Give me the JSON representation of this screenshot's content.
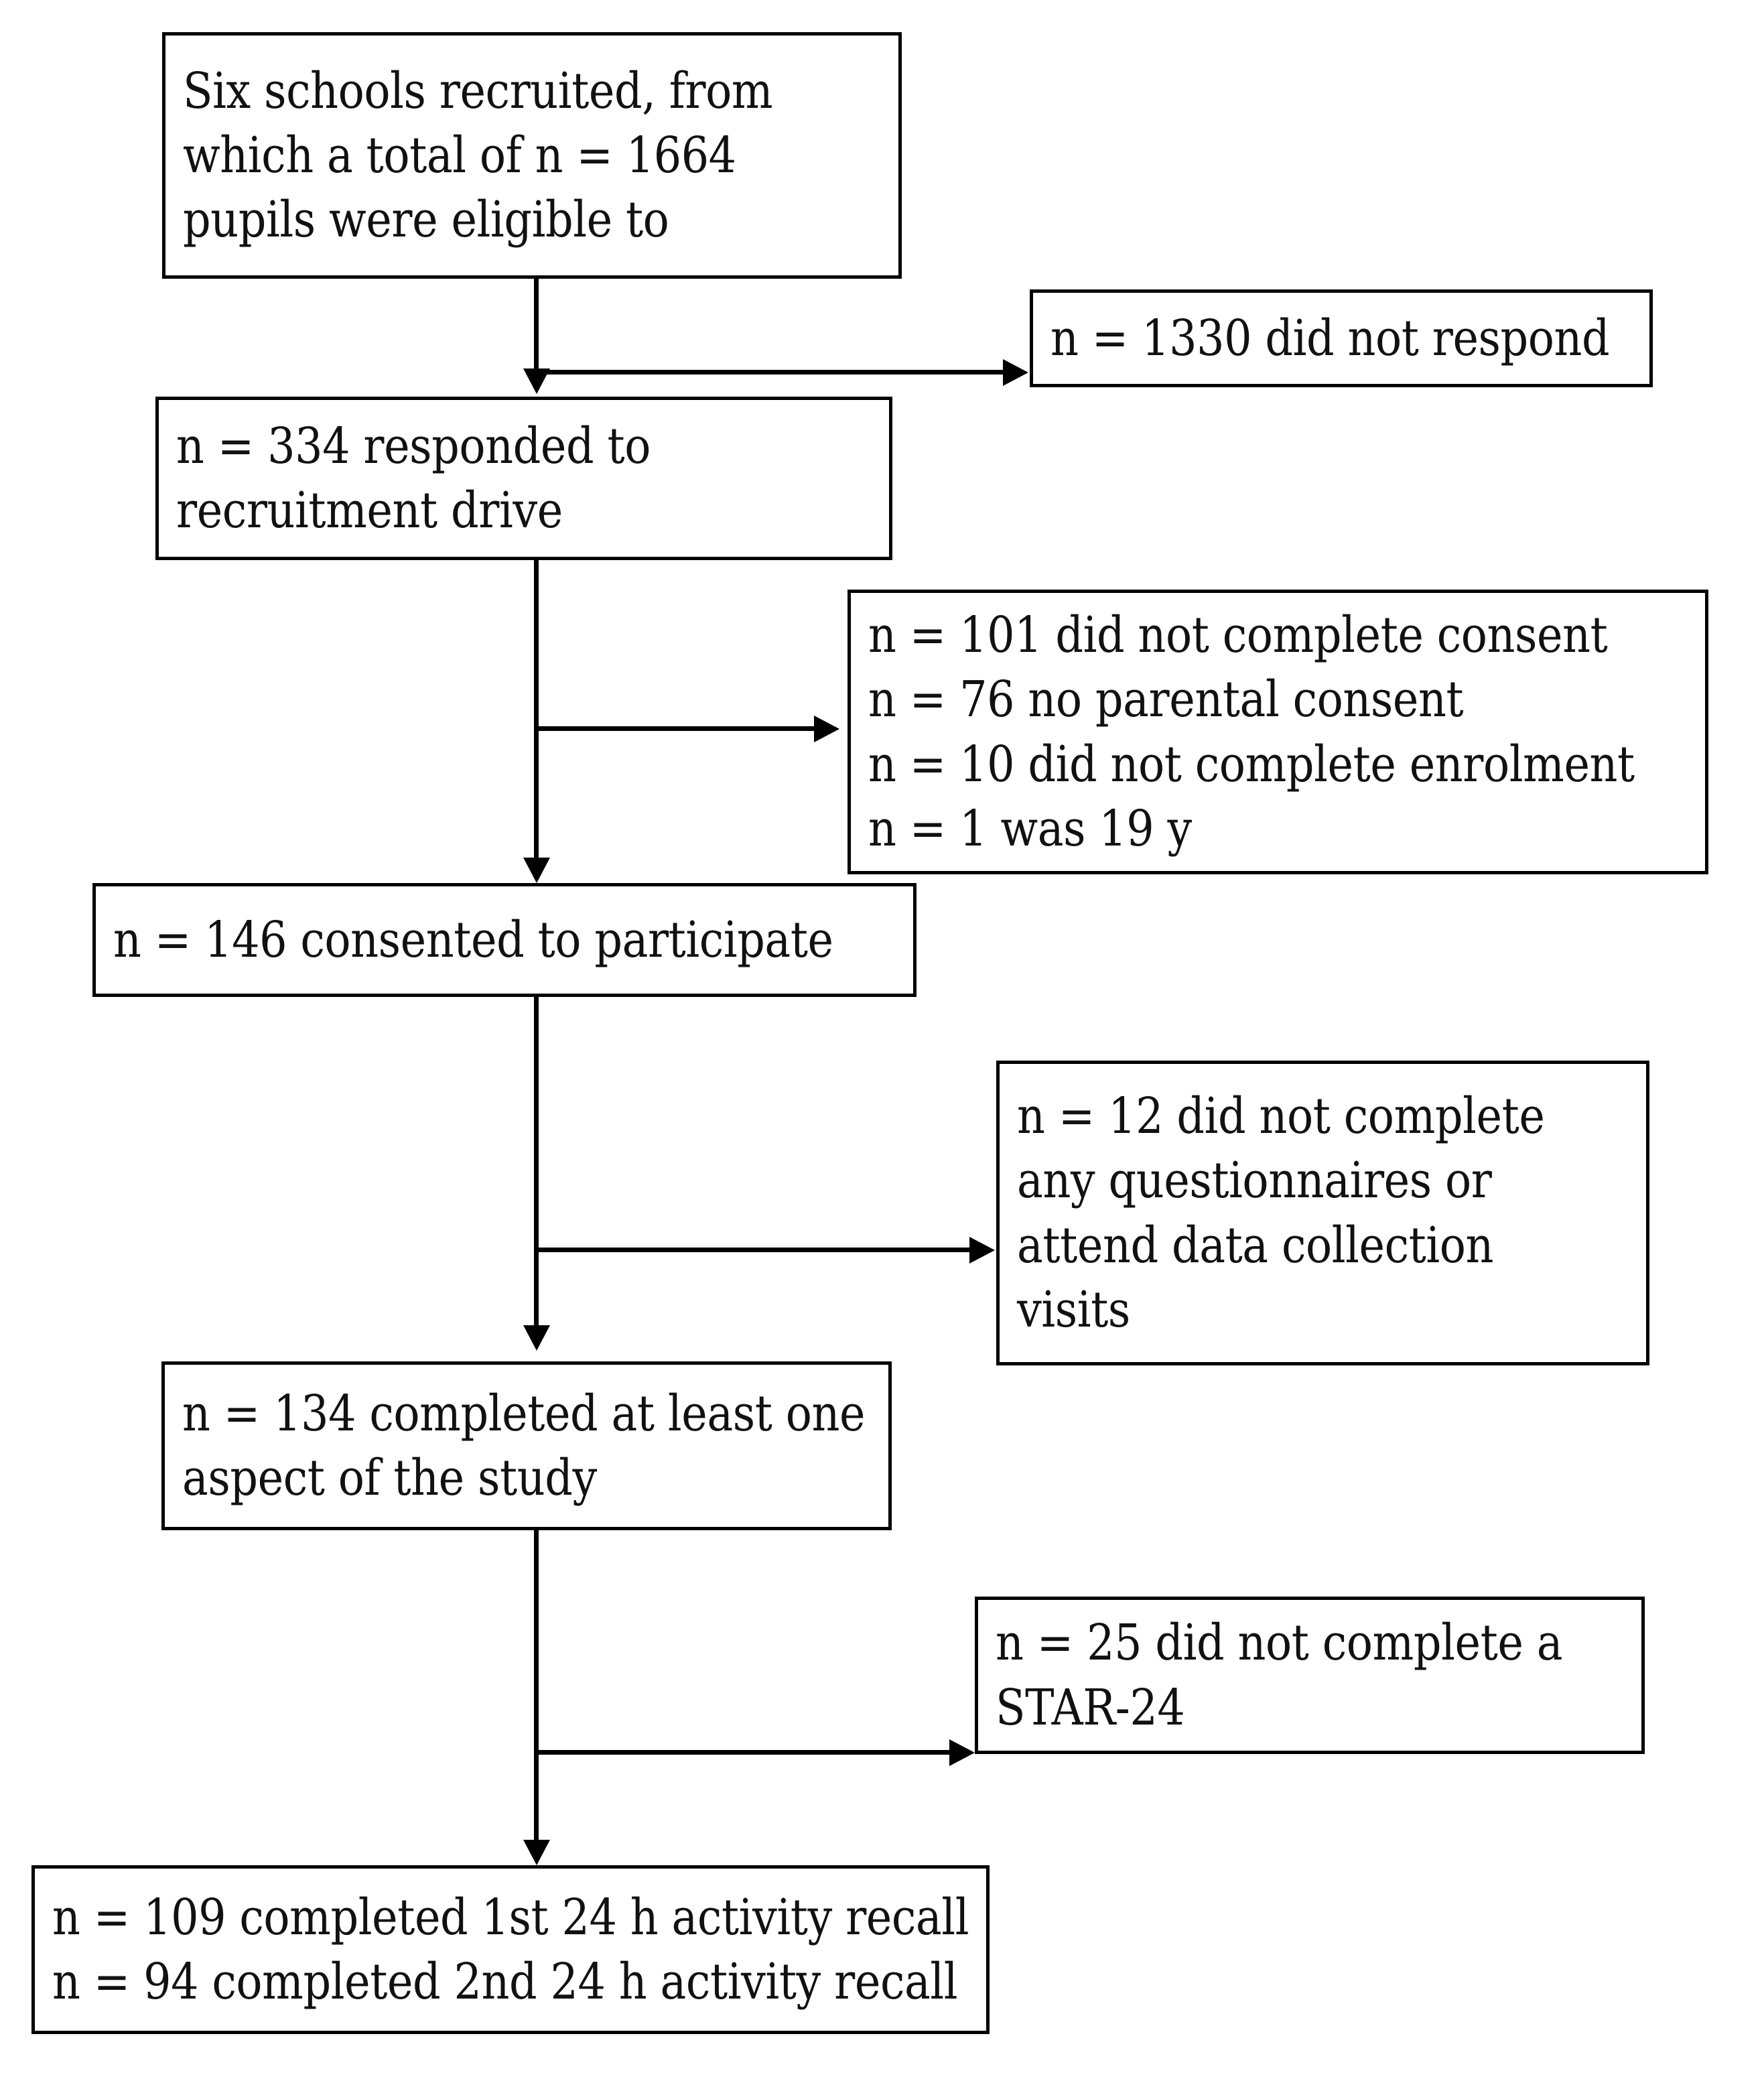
{
  "figure": {
    "type": "flowchart",
    "orientation": "top-to-bottom participant flow diagram",
    "line_color": "#000000",
    "box_fill": "#ffffff"
  },
  "nodes": {
    "recruited": {
      "lines": [
        "Six schools recruited, from",
        "which a total of n = 1664",
        "pupils were eligible to"
      ]
    },
    "not_respond": {
      "lines": [
        "n = 1330 did not respond"
      ]
    },
    "responded": {
      "lines": [
        "n = 334 responded to",
        "recruitment drive"
      ]
    },
    "consent_exclusions": {
      "lines": [
        "n = 101 did not complete consent",
        "n = 76 no parental consent",
        "n = 10 did not complete enrolment",
        "n = 1 was 19 y"
      ]
    },
    "consented": {
      "lines": [
        "n = 146 consented to participate"
      ]
    },
    "no_questionnaires": {
      "lines": [
        "n = 12 did not complete",
        "any questionnaires or",
        "attend data collection",
        "visits"
      ]
    },
    "completed_one_aspect": {
      "lines": [
        "n = 134 completed at least one",
        "aspect of the study"
      ]
    },
    "no_star24": {
      "lines": [
        "n = 25 did not complete a",
        "STAR-24"
      ]
    },
    "recalls": {
      "lines": [
        "n = 109 completed 1st 24 h activity recall",
        "n = 94 completed 2nd 24 h activity recall"
      ]
    }
  }
}
